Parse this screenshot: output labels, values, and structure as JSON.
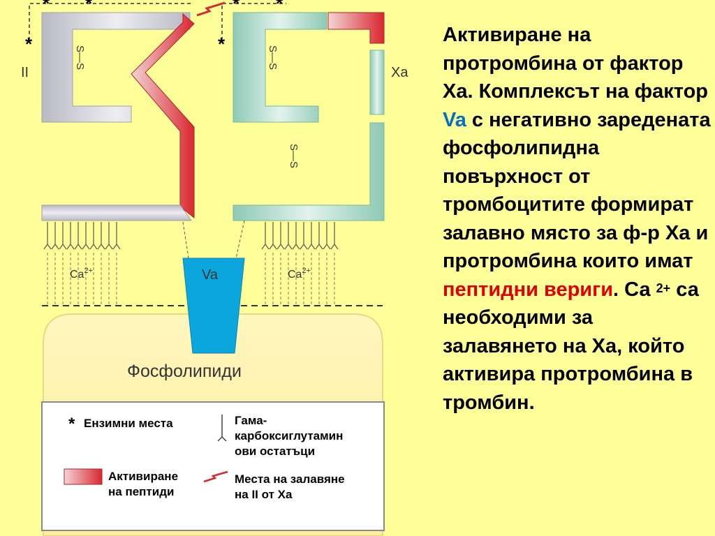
{
  "diagram": {
    "label_II": "II",
    "label_Xa": "Xa",
    "label_Va": "Va",
    "ss_label": "S—S",
    "ca_label": "Ca",
    "ca_sup": "2+",
    "star": "*",
    "membrane_label": "Фосфолипиди"
  },
  "legend": {
    "enzyme_sites": "Ензимни места",
    "gamma_line1": "Гама-",
    "gamma_line2": "карбоксиглутамин",
    "gamma_line3": "ови остатъци",
    "activation_line1": "Активиране",
    "activation_line2": "на пептиди",
    "binding_line1": "Места на залавяне",
    "binding_line2": "на II от Xa"
  },
  "text": {
    "t1": "Активиране на протромбина от фактор Ха. Комплексът на фактор ",
    "t2": "Va",
    "t3": " с негативно заредената фосфолипидна повърхност от тромбоцитите формират залавно място за ф-р Ха и протромбина които имат ",
    "t4": "пептидни вериги",
    "t5": ". Са ",
    "t6": "2+",
    "t7": " са необходими за залавянето на Ха, който активира протромбина в тромбин."
  },
  "colors": {
    "background": "#FFFF99",
    "prothrombin": "#C9C9C9",
    "factor_xa": "#A9D6C6",
    "activation": "#D8282F",
    "factor_va": "#0AA6DD"
  }
}
